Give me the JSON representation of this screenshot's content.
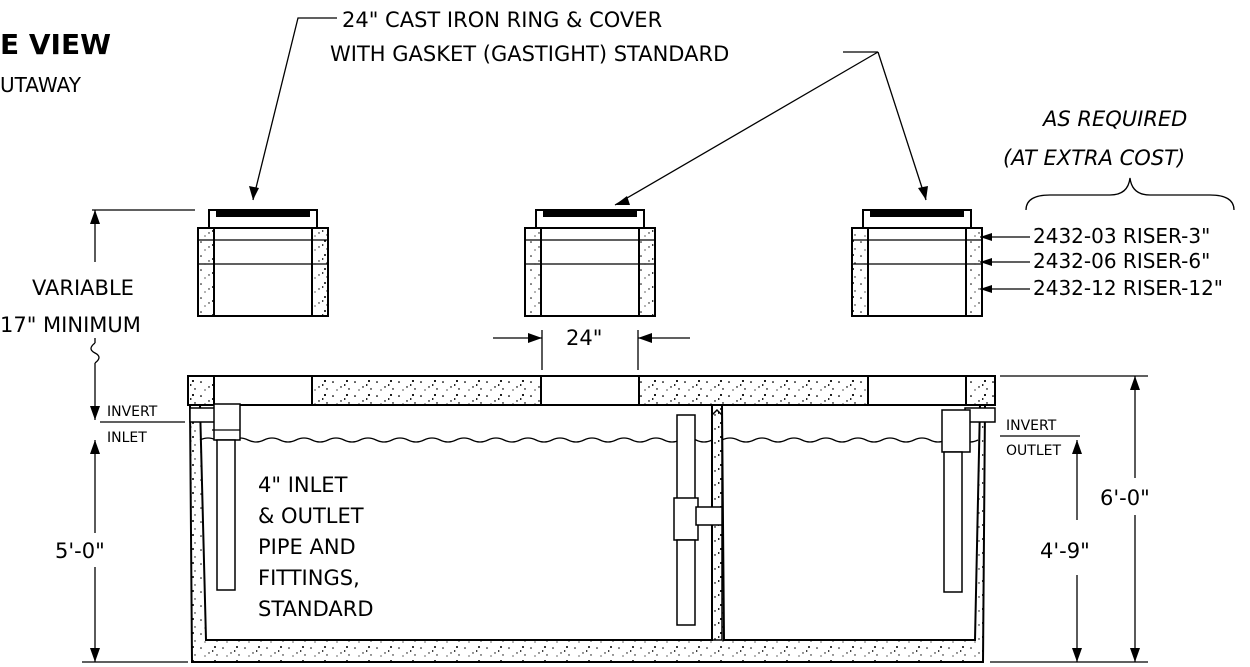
{
  "title": "E VIEW",
  "subtitle": "UTAWAY",
  "callouts": {
    "cover_line1": "24\" CAST IRON RING & COVER",
    "cover_line2": "WITH GASKET (GASTIGHT) STANDARD",
    "as_required_line1": "AS REQUIRED",
    "as_required_line2": "(AT EXTRA COST)",
    "riser_3": "2432-03 RISER-3\"",
    "riser_6": "2432-06 RISER-6\"",
    "riser_12": "2432-12 RISER-12\""
  },
  "dimensions": {
    "variable": "VARIABLE",
    "minimum": "17\" MINIMUM",
    "opening": "24\"",
    "inlet_depth": "5'-0\"",
    "outlet_depth": "4'-9\"",
    "total_height": "6'-0\""
  },
  "labels": {
    "invert_left": "INVERT",
    "inlet": "INLET",
    "invert_right": "INVERT",
    "outlet": "OUTLET",
    "pipe_line1": "4\" INLET",
    "pipe_line2": "& OUTLET",
    "pipe_line3": "PIPE AND",
    "pipe_line4": "FITTINGS,",
    "pipe_line5": "STANDARD"
  }
}
